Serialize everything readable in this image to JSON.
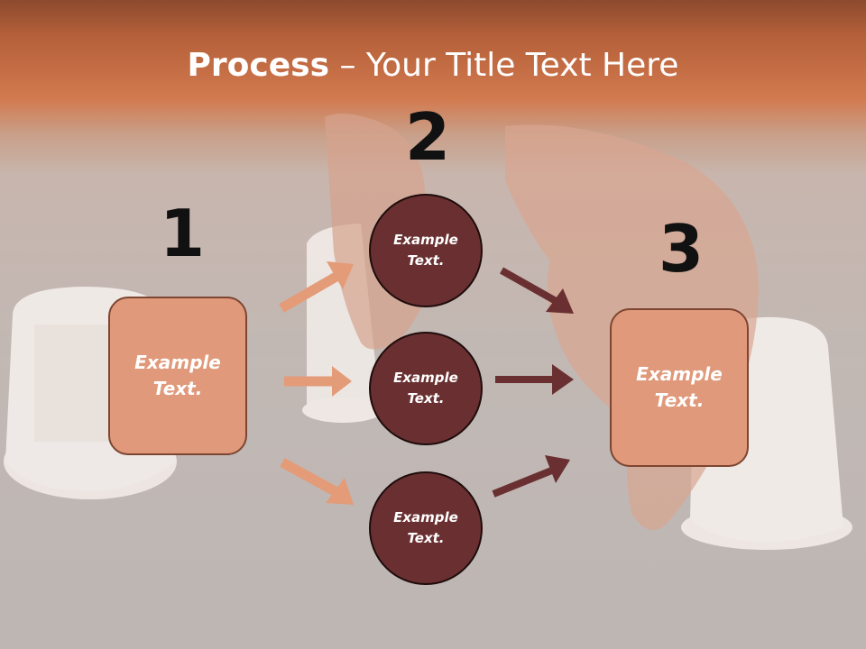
{
  "title": {
    "bold": "Process",
    "rest": " – Your Title Text Here"
  },
  "steps": {
    "one": "1",
    "two": "2",
    "three": "3"
  },
  "left_box": "Example\nText.",
  "circles": [
    "Example\nText.",
    "Example\nText.",
    "Example\nText."
  ],
  "right_box": "Example\nText.",
  "colors": {
    "header": "#d27a4f",
    "box_fill": "#e0997a",
    "circle_fill": "#6a3031",
    "arrow_light": "#e39b78",
    "arrow_dark": "#6a3031"
  }
}
